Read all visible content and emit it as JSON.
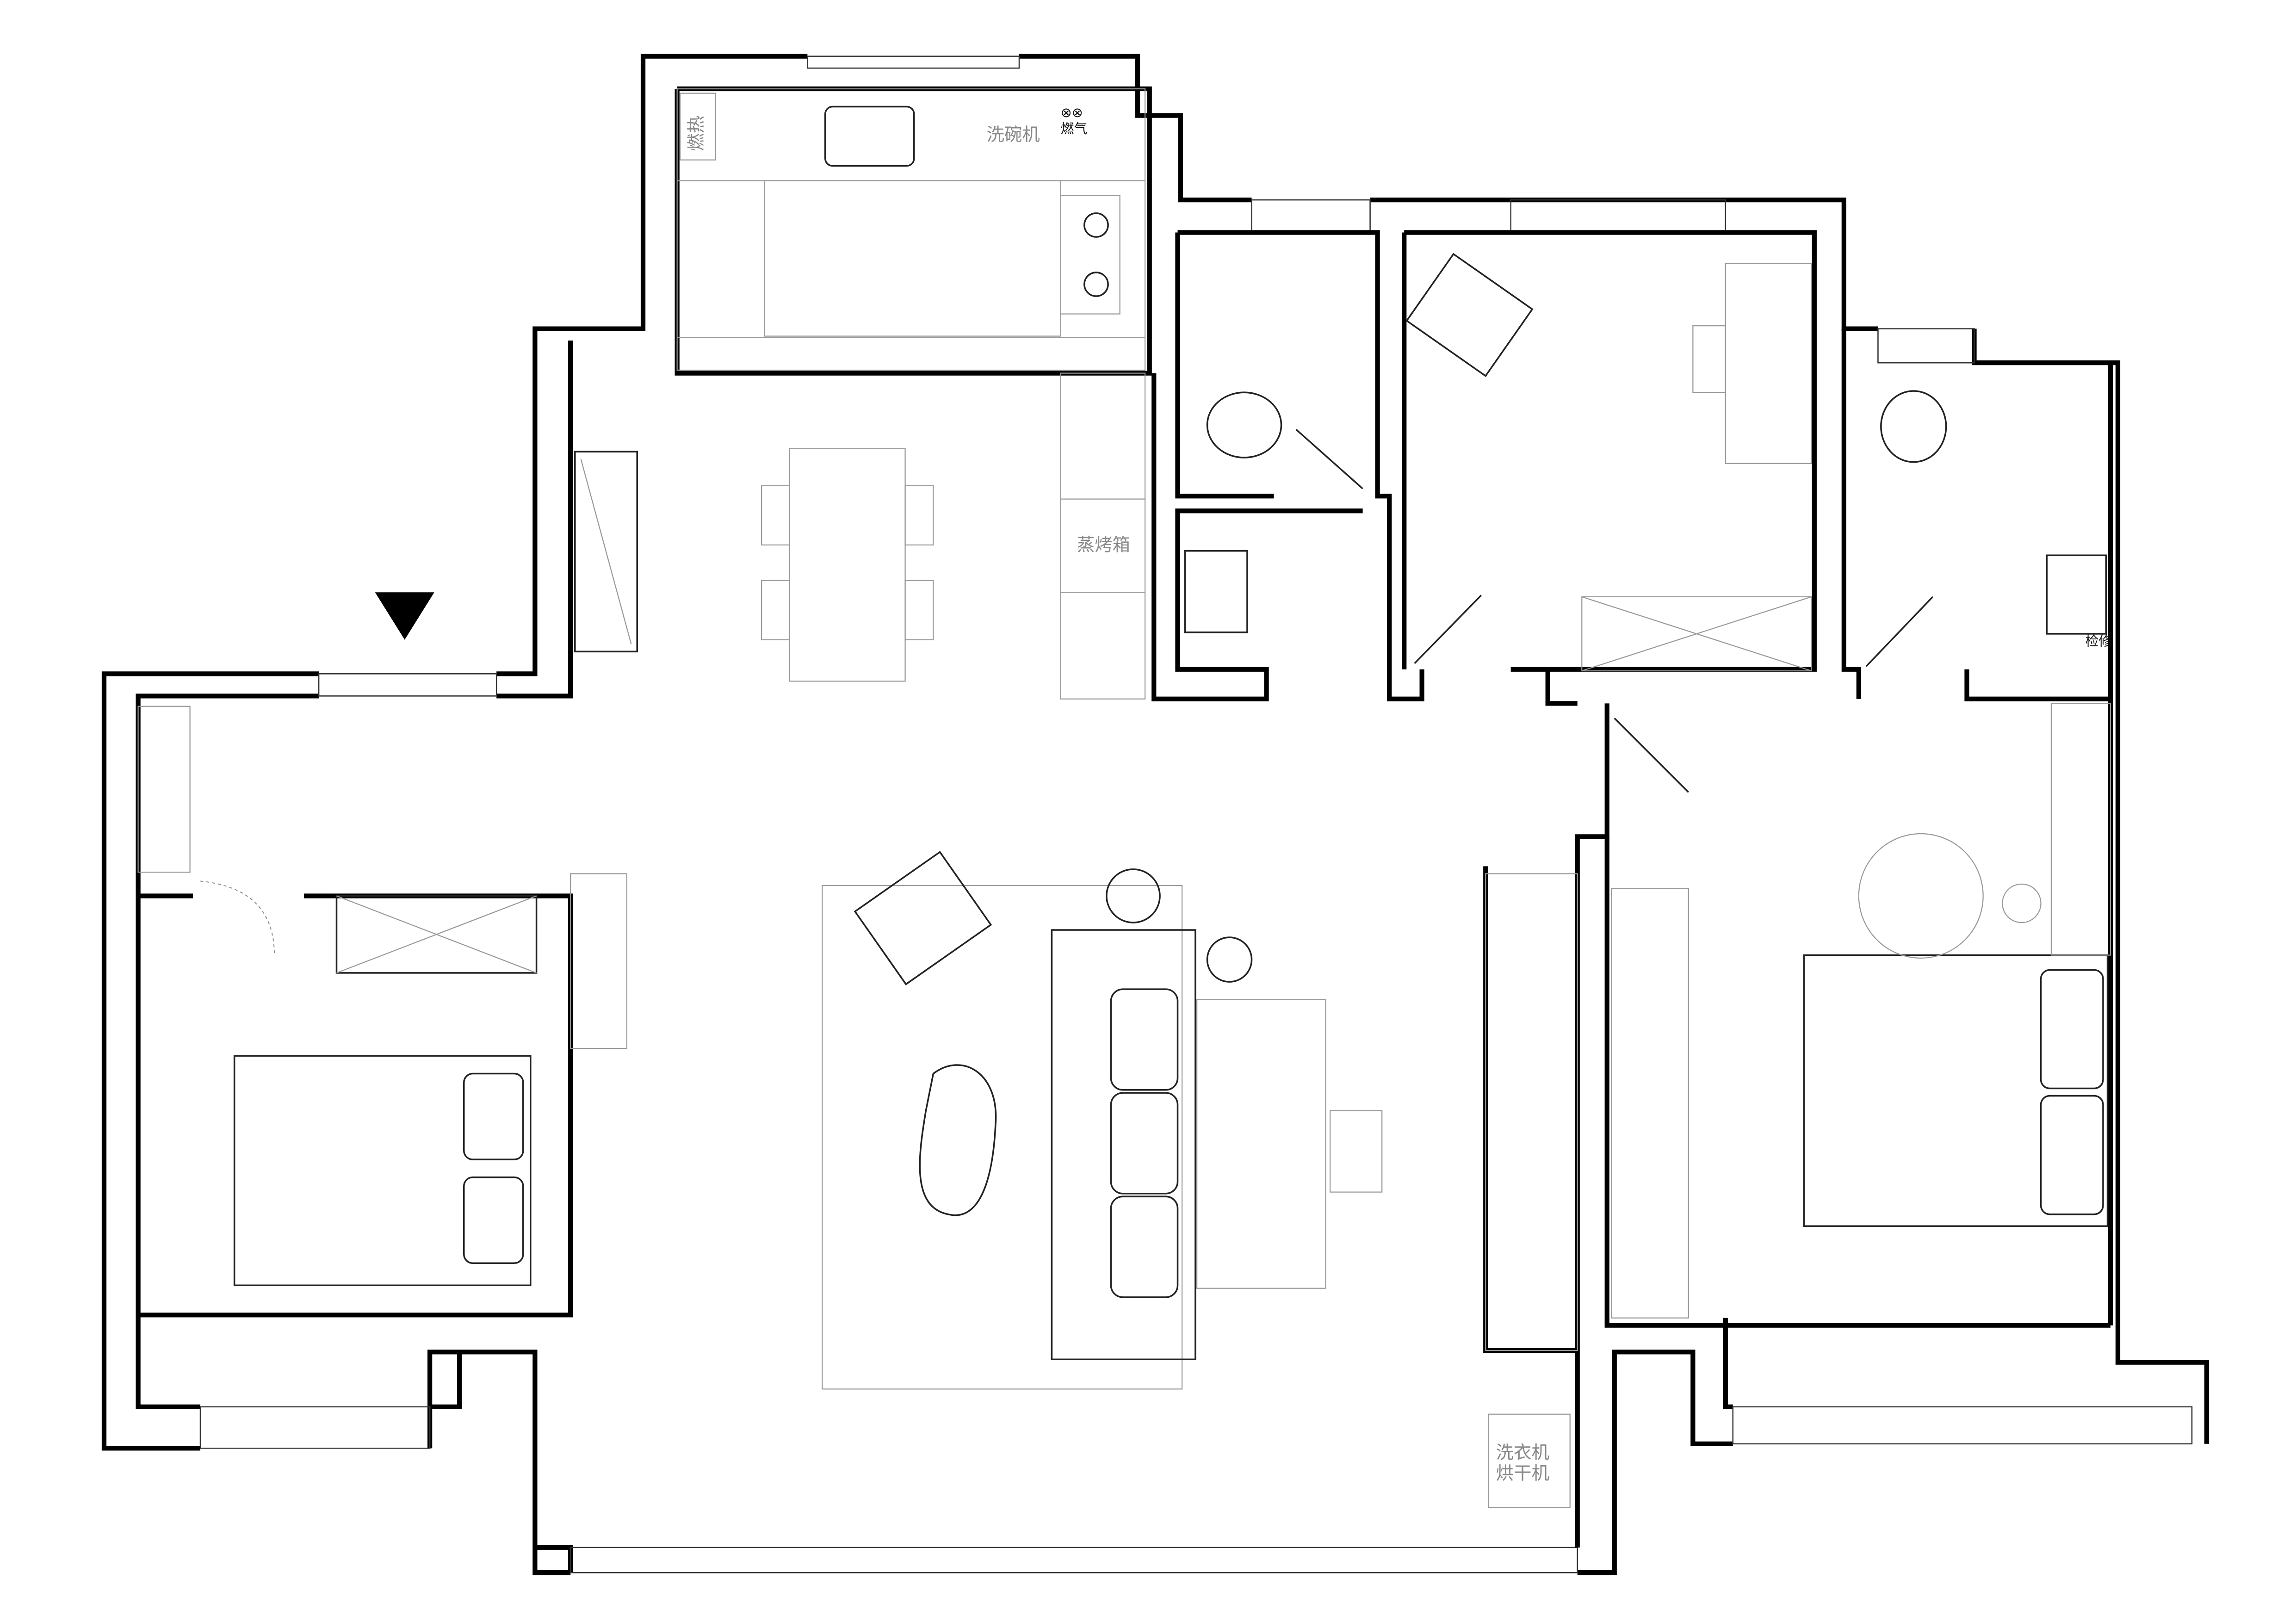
{
  "plan": {
    "labels": {
      "water_heater": "燃热",
      "dishwasher": "洗碗机",
      "gas": "燃气",
      "steam_oven": "蒸烤箱",
      "access_panel": "检修",
      "washer": "洗衣机",
      "dryer": "烘干机"
    },
    "entrance_marker": "entrance-triangle"
  }
}
